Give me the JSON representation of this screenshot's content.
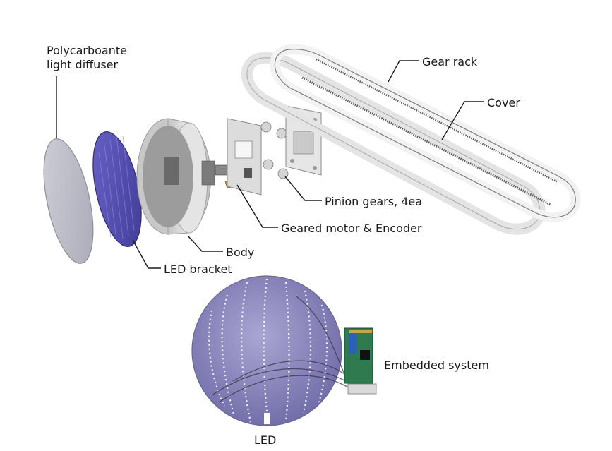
{
  "labels": {
    "diffuser": "Polycarboante\nlight diffuser",
    "gear_rack": "Gear rack",
    "cover": "Cover",
    "pinion_gears": "Pinion gears, 4ea",
    "motor_encoder": "Geared motor & Encoder",
    "body": "Body",
    "led_bracket": "LED bracket",
    "embedded_system": "Embedded system",
    "led": "LED"
  },
  "colors": {
    "diffuser": "#b9b9c6",
    "led_bracket": "#5a55b5",
    "body": "#d9d9d9",
    "cover": "#f0f0f0",
    "gear_rack": "#6e6e6e",
    "led_disc": "#8a86b8",
    "pcb": "#2f7a4f"
  }
}
